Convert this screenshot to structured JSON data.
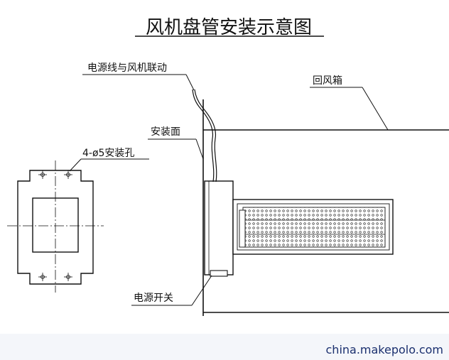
{
  "title": "风机盘管安装示意图",
  "labels": {
    "power_link": "电源线与风机联动",
    "return_box": "回风箱",
    "install_face": "安装面",
    "holes": "4-ø5安装孔",
    "power_switch": "电源开关"
  },
  "watermark": "china.makepolo.com",
  "colors": {
    "line": "#111111",
    "background": "#ffffff",
    "footer_band": "#f4f6fa",
    "watermark": "#1a2f6e"
  }
}
